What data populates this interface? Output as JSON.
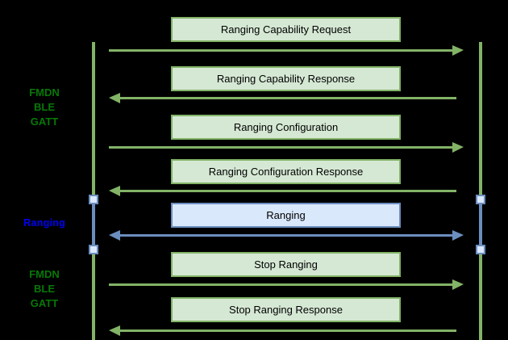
{
  "diagram_type": "sequence-diagram",
  "background": "#000000",
  "side_labels": [
    {
      "text": "FMDN\nBLE\nGATT",
      "color": "#077807"
    },
    {
      "text": "Ranging",
      "color": "#0000ee"
    },
    {
      "text": "FMDN\nBLE\nGATT",
      "color": "#077807"
    }
  ],
  "messages": [
    {
      "label": "Ranging Capability Request",
      "direction": "left-to-right",
      "theme": "green"
    },
    {
      "label": "Ranging Capability Response",
      "direction": "right-to-left",
      "theme": "green"
    },
    {
      "label": "Ranging Configuration",
      "direction": "left-to-right",
      "theme": "green"
    },
    {
      "label": "Ranging Configuration Response",
      "direction": "right-to-left",
      "theme": "green"
    },
    {
      "label": "Ranging",
      "direction": "bidirectional",
      "theme": "blue"
    },
    {
      "label": "Stop Ranging",
      "direction": "left-to-right",
      "theme": "green"
    },
    {
      "label": "Stop Ranging Response",
      "direction": "right-to-left",
      "theme": "green"
    }
  ],
  "colors": {
    "green_fill": "#d5e8d4",
    "green_stroke": "#82b366",
    "blue_fill": "#dae8fc",
    "blue_stroke": "#6c8ebf",
    "label_green": "#077807",
    "label_blue": "#0000ee"
  }
}
